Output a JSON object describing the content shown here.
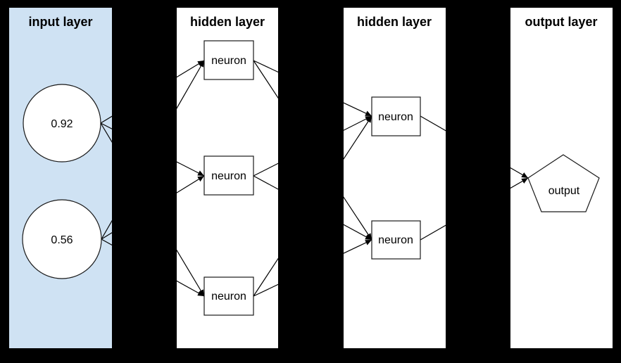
{
  "diagram": {
    "colors": {
      "background": "#000000",
      "input_panel": "#cfe2f3",
      "panel": "#ffffff",
      "node_fill": "#ffffff",
      "edge": "#000000"
    },
    "layers": [
      {
        "title": "input layer",
        "nodes": [
          {
            "shape": "circle",
            "label": "0.92"
          },
          {
            "shape": "circle",
            "label": "0.56"
          }
        ]
      },
      {
        "title": "hidden layer",
        "nodes": [
          {
            "shape": "rect",
            "label": "neuron"
          },
          {
            "shape": "rect",
            "label": "neuron"
          },
          {
            "shape": "rect",
            "label": "neuron"
          }
        ]
      },
      {
        "title": "hidden layer",
        "nodes": [
          {
            "shape": "rect",
            "label": "neuron"
          },
          {
            "shape": "rect",
            "label": "neuron"
          }
        ]
      },
      {
        "title": "output layer",
        "nodes": [
          {
            "shape": "pentagon",
            "label": "output"
          }
        ]
      }
    ]
  }
}
